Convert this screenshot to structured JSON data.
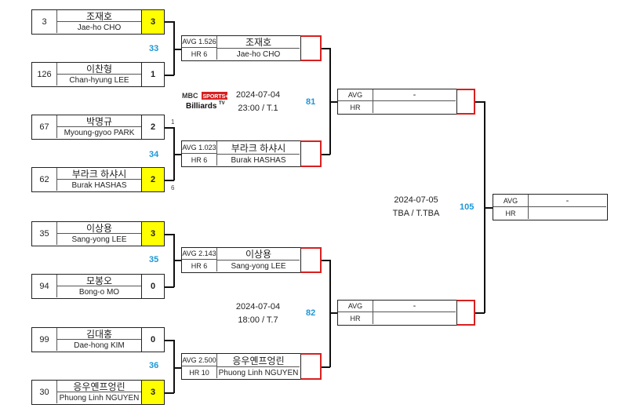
{
  "r1": [
    {
      "seed": "3",
      "ko": "조재호",
      "en": "Jae-ho CHO",
      "score": "3",
      "win": true
    },
    {
      "seed": "126",
      "ko": "이찬형",
      "en": "Chan-hyung LEE",
      "score": "1",
      "win": false
    },
    {
      "seed": "67",
      "ko": "박명규",
      "en": "Myoung-gyoo PARK",
      "score": "2",
      "win": false
    },
    {
      "seed": "62",
      "ko": "부라크 하샤시",
      "en": "Burak HASHAS",
      "score": "2",
      "win": true
    },
    {
      "seed": "35",
      "ko": "이상용",
      "en": "Sang-yong LEE",
      "score": "3",
      "win": true
    },
    {
      "seed": "94",
      "ko": "모봉오",
      "en": "Bong-o MO",
      "score": "0",
      "win": false
    },
    {
      "seed": "99",
      "ko": "김대홍",
      "en": "Dae-hong KIM",
      "score": "0",
      "win": false
    },
    {
      "seed": "30",
      "ko": "응우옌프엉린",
      "en": "Phuong Linh NGUYEN",
      "score": "3",
      "win": true
    }
  ],
  "r1_matches": [
    "33",
    "34",
    "35",
    "36"
  ],
  "r2": [
    {
      "avg": "AVG 1.526",
      "hr": "HR 6",
      "ko": "조재호",
      "en": "Jae-ho CHO"
    },
    {
      "avg": "AVG 1.023",
      "hr": "HR 6",
      "ko": "부라크 하샤시",
      "en": "Burak HASHAS"
    },
    {
      "avg": "AVG 2.143",
      "hr": "HR 6",
      "ko": "이상용",
      "en": "Sang-yong LEE"
    },
    {
      "avg": "AVG 2.500",
      "hr": "HR 10",
      "ko": "응우옌프엉린",
      "en": "Phuong Linh NGUYEN"
    }
  ],
  "r2_matches": [
    "81",
    "82"
  ],
  "r2_info": [
    {
      "date": "2024-07-04",
      "time": "23:00 / T.1"
    },
    {
      "date": "2024-07-04",
      "time": "18:00 / T.7"
    }
  ],
  "r3": [
    {
      "avg": "AVG",
      "hr": "HR",
      "val": "-"
    },
    {
      "avg": "AVG",
      "hr": "HR",
      "val": "-"
    }
  ],
  "final": {
    "avg": "AVG",
    "hr": "HR",
    "val": "-",
    "match": "105",
    "date": "2024-07-05",
    "time": "TBA / T.TBA"
  },
  "shootout": {
    "a": "1",
    "b": "6"
  },
  "logo": {
    "brand": "MBC",
    "tag": "SPORTS+",
    "sub": "Billiards",
    "tv": "TV"
  },
  "colors": {
    "match_number": "#1c97d6",
    "winner_fill": "#ffff00",
    "frame_red": "#d82020"
  }
}
